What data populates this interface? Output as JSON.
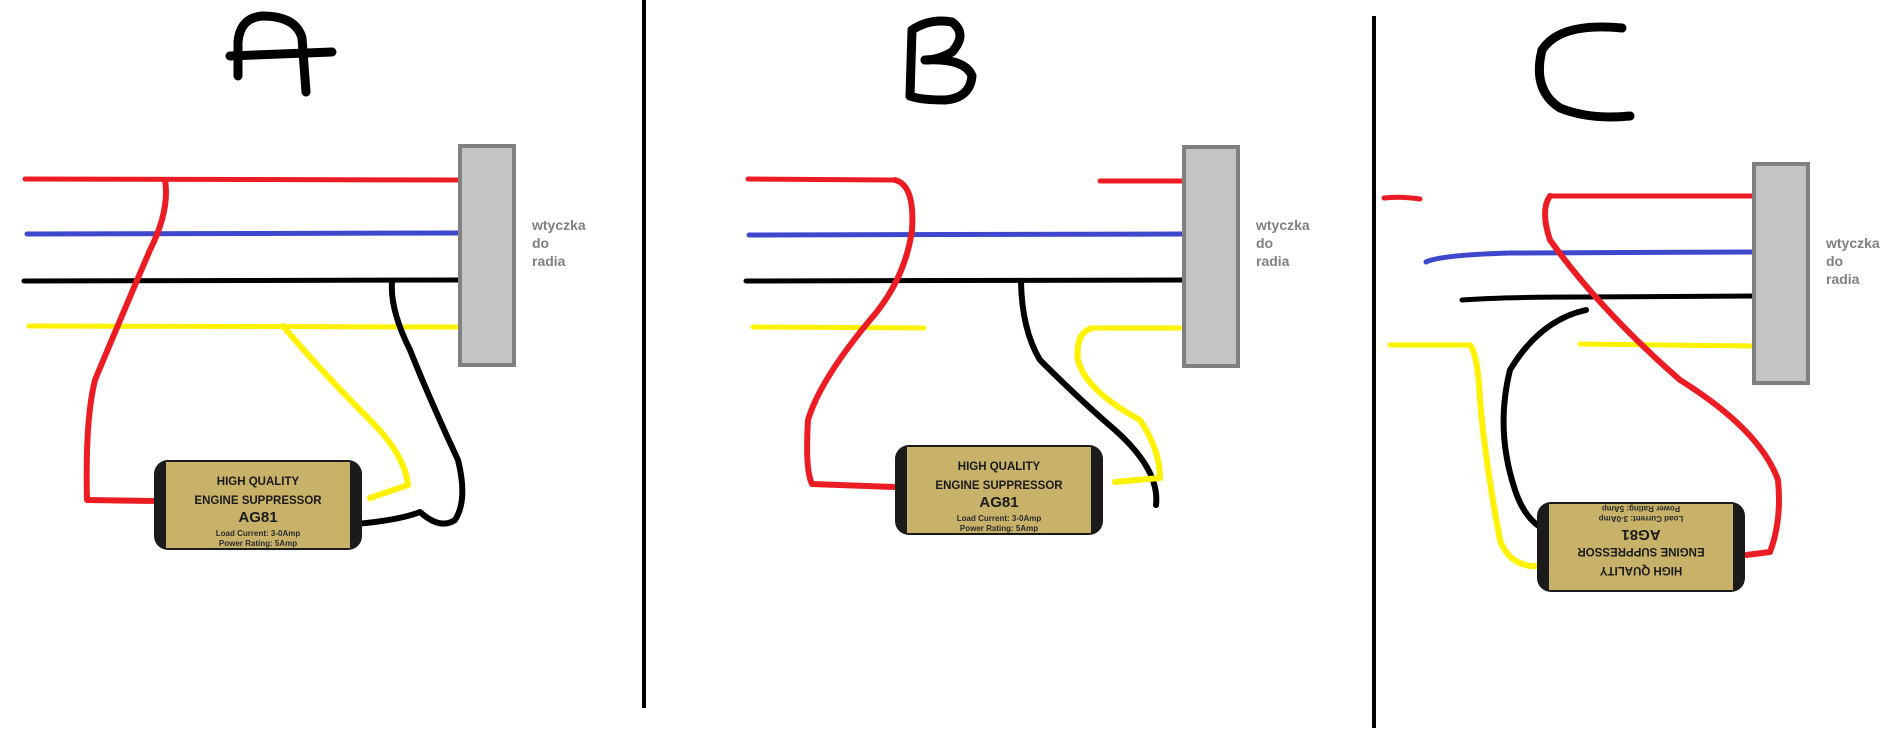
{
  "panels": [
    {
      "id": "A",
      "heading": "A",
      "plug_label": [
        "wtyczka",
        "do",
        "radia"
      ]
    },
    {
      "id": "B",
      "heading": "B",
      "plug_label": [
        "wtyczka",
        "do",
        "radia"
      ]
    },
    {
      "id": "C",
      "heading": "C",
      "plug_label": [
        "wtyczka",
        "do",
        "radia"
      ]
    }
  ],
  "suppressor": {
    "line1": "HIGH QUALITY",
    "line2": "ENGINE SUPPRESSOR",
    "model": "AG81",
    "spec1": "Load Current: 3-0Amp",
    "spec2": "Power Rating: 5Amp"
  },
  "colors": {
    "red": "#ec1c24",
    "blue": "#3f48cc",
    "black": "#000000",
    "yellow": "#fff200",
    "plug_fill": "#c4c4c4",
    "plug_border": "#808080",
    "label_gray": "#808080"
  }
}
